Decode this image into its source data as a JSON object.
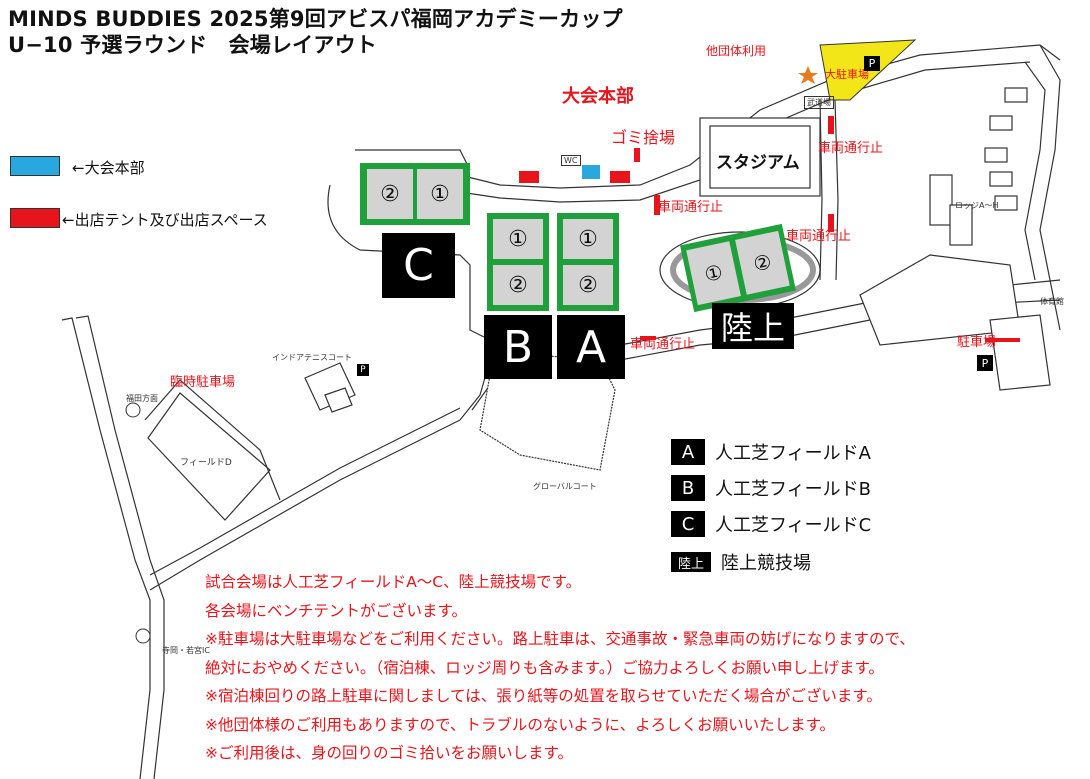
{
  "title": {
    "line1": "MINDS BUDDIES 2025第9回アビスパ福岡アカデミーカップ",
    "line2": "U−10 予選ラウンド　会場レイアウト"
  },
  "legend": {
    "hq": {
      "text": "←大会本部",
      "color": "#29a8e0"
    },
    "tent": {
      "text": "←出店テント及び出店スペース",
      "color": "#e8141b"
    }
  },
  "map_labels": {
    "hq": "大会本部",
    "garbage": "ゴミ捨場",
    "other_team": "他団体利用",
    "big_parking": "大駐車場",
    "stadium": "スタジアム",
    "traffic1": "車両通行止",
    "traffic2": "車両通行止",
    "traffic3": "車両通行止",
    "traffic4": "車両通行止",
    "parking": "駐車場",
    "temp_parking": "臨時駐車場",
    "field_d": "フィールドD",
    "indoor_tennis": "インドアテニスコート",
    "global_court": "グローバルコート",
    "wc": "WC",
    "dojo": "武道場",
    "gym": "体育館",
    "lodge": "ロッジA〜H",
    "direction1": "福田方面",
    "direction2": "寺岡・若宮IC",
    "p_mark": "P"
  },
  "fields": {
    "C": {
      "letter": "C",
      "pitch_left": "②",
      "pitch_right": "①"
    },
    "B": {
      "letter": "B",
      "pitch_top": "①",
      "pitch_bottom": "②"
    },
    "A": {
      "letter": "A",
      "pitch_top": "①",
      "pitch_bottom": "②"
    },
    "track": {
      "letter": "陸上",
      "pitch_left": "①",
      "pitch_right": "②"
    }
  },
  "key": [
    {
      "box": "A",
      "text": "人工芝フィールドA"
    },
    {
      "box": "B",
      "text": "人工芝フィールドB"
    },
    {
      "box": "C",
      "text": "人工芝フィールドC"
    },
    {
      "box": "陸上",
      "text": "陸上競技場"
    }
  ],
  "notes": [
    "試合会場は人工芝フィールドA〜C、陸上競技場です。",
    "各会場にベンチテントがございます。",
    "※駐車場は大駐車場などをご利用ください。路上駐車は、交通事故・緊急車両の妨げになりますので、",
    "絶対におやめください。（宿泊棟、ロッジ周りも含みます。）ご協力よろしくお願い申し上げます。",
    "※宿泊棟回りの路上駐車に関しましては、張り紙等の処置を取らせていただく場合がございます。",
    "※他団体様のご利用もありますので、トラブルのないように、よろしくお願いいたします。",
    "※ご利用後は、身の回りのゴミ拾いをお願いします。"
  ],
  "colors": {
    "field_green": "#1fa03a",
    "pitch_gray": "#d3d3d3",
    "accent_red": "#e8141b",
    "hq_blue": "#29a8e0",
    "parking_yellow": "#f2e619"
  }
}
